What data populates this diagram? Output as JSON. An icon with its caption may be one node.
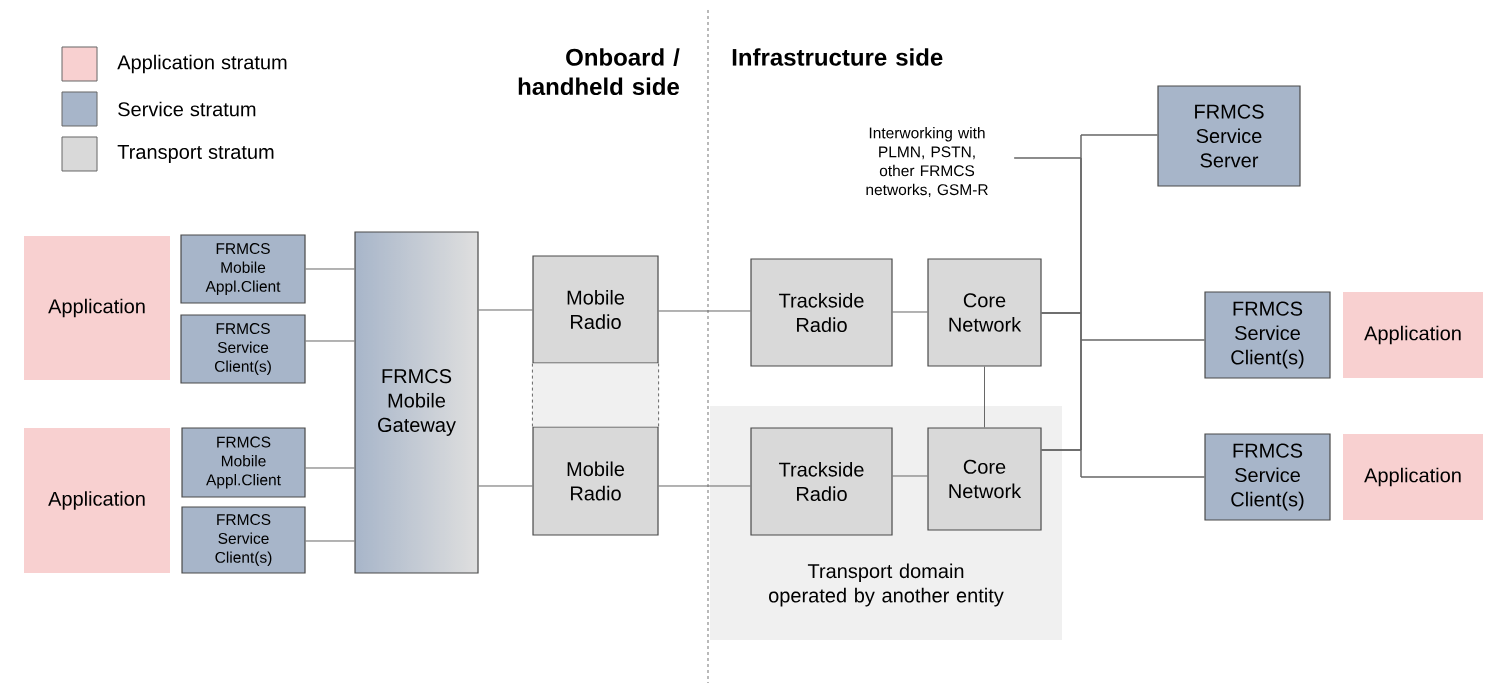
{
  "diagram": {
    "nodes": [
      {
        "text": [
          "Application"
        ]
      },
      {
        "text": [
          "FRMCS Mobile Appl.Client"
        ]
      },
      {
        "text": [
          "FRMCS Service Client(s)"
        ]
      },
      {
        "text": [
          "Application"
        ]
      },
      {
        "text": [
          "FRMCS Mobile Appl.Client"
        ]
      },
      {
        "text": [
          "FRMCS Service Client(s)"
        ]
      },
      {
        "text": [
          "FRMCS Mobile Gateway"
        ]
      },
      {
        "text": [
          "Mobile Radio"
        ]
      },
      {
        "text": [
          "Mobile Radio"
        ]
      },
      {
        "text": [
          "Trackside Radio"
        ]
      },
      {
        "text": [
          "Core Network"
        ]
      },
      {
        "text": [
          "Transport domain operated by another entity"
        ]
      },
      {
        "text": [
          "Trackside Radio"
        ],
        "in": 11
      },
      {
        "text": [
          "Core Network"
        ],
        "in": 11
      },
      {
        "text": [
          "Interworking with PLMN, PSTN, other FRMCS networks, GSM-R"
        ]
      },
      {
        "text": [
          "FRMCS Service Server"
        ]
      },
      {
        "text": [
          "FRMCS Service Client(s)"
        ]
      },
      {
        "text": [
          "Application"
        ]
      },
      {
        "text": [
          "FRMCS Service Client(s)"
        ]
      },
      {
        "text": [
          "Application"
        ]
      }
    ],
    "edges": [
      {
        "from": 1,
        "to": 6,
        "arrow": "none"
      },
      {
        "from": 2,
        "to": 6,
        "arrow": "none"
      },
      {
        "from": 4,
        "to": 6,
        "arrow": "none"
      },
      {
        "from": 5,
        "to": 6,
        "arrow": "none"
      },
      {
        "from": 6,
        "to": 7,
        "arrow": "none"
      },
      {
        "from": 6,
        "to": 8,
        "arrow": "none"
      },
      {
        "from": 7,
        "to": 9,
        "arrow": "none"
      },
      {
        "from": 8,
        "to": 12,
        "arrow": "none"
      },
      {
        "from": 9,
        "to": 10,
        "arrow": "none"
      },
      {
        "from": 12,
        "to": 13,
        "arrow": "none"
      },
      {
        "from": 10,
        "to": 13,
        "arrow": "none"
      },
      {
        "from": 7,
        "to": 8,
        "arrow": "none",
        "style": "dashed"
      },
      {
        "from": 10,
        "to": 14,
        "arrow": "none"
      },
      {
        "from": 10,
        "to": 15,
        "arrow": "none"
      },
      {
        "from": 10,
        "to": 16,
        "arrow": "none"
      },
      {
        "from": 10,
        "to": 18,
        "arrow": "none"
      },
      {
        "from": 13,
        "to": 14,
        "arrow": "none"
      },
      {
        "from": 13,
        "to": 15,
        "arrow": "none"
      },
      {
        "from": 13,
        "to": 16,
        "arrow": "none"
      },
      {
        "from": 13,
        "to": 18,
        "arrow": "none"
      }
    ],
    "labels": [
      "Onboard / handheld side",
      "Infrastructure side"
    ],
    "legend": [
      {
        "text": "Application stratum",
        "color": "#f8d0d0"
      },
      {
        "text": "Service stratum",
        "color": "#a7b5c9"
      },
      {
        "text": "Transport stratum",
        "color": "#d9d9d9"
      }
    ]
  }
}
